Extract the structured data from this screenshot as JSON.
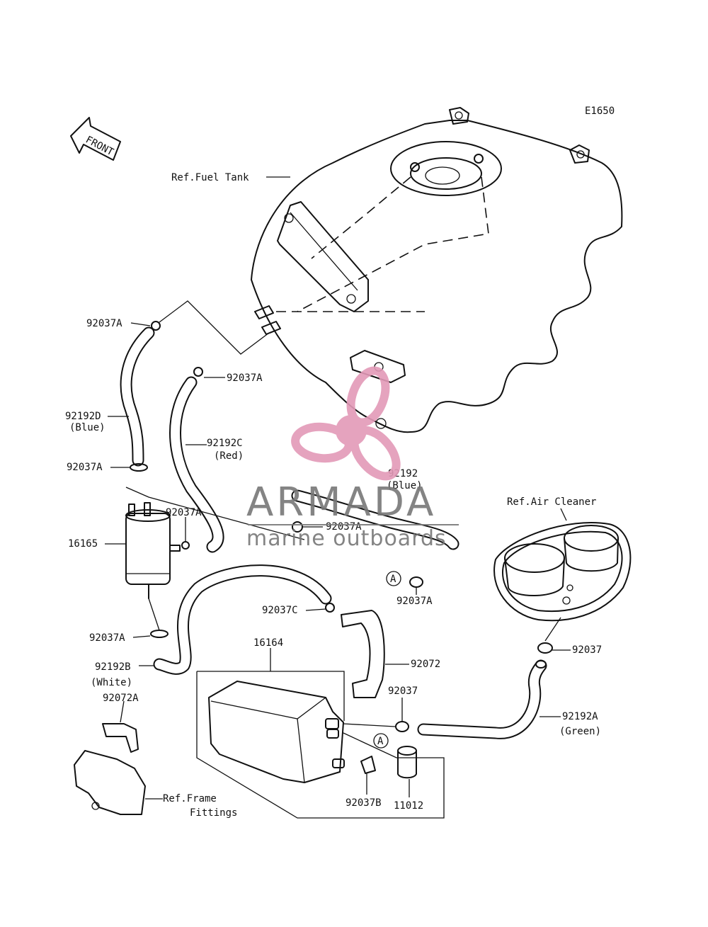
{
  "diagram_code": "E1650",
  "front_arrow": "FRONT",
  "watermark": {
    "brand": "ARMADA",
    "tagline": "marine outboards",
    "colors": {
      "pink": "#e39ab8",
      "gray": "#777777"
    }
  },
  "labels": {
    "ref_fuel_tank": "Ref.Fuel Tank",
    "ref_air_cleaner": "Ref.Air Cleaner",
    "ref_frame_1": "Ref.Frame",
    "ref_frame_2": "Fittings",
    "p92037A_1": "92037A",
    "p92037A_2": "92037A",
    "p92037A_3": "92037A",
    "p92037A_4": "92037A",
    "p92037A_5": "92037A",
    "p92037A_6": "92037A",
    "p92037A_7": "92037A",
    "p92192D": "92192D",
    "p92192D_color": "(Blue)",
    "p92192C": "92192C",
    "p92192C_color": "(Red)",
    "p92192": "92192",
    "p92192_color": "(Blue)",
    "p16165": "16165",
    "p92037C": "92037C",
    "p16164": "16164",
    "p92072": "92072",
    "p92037_1": "92037",
    "p92037_2": "92037",
    "p92192A": "92192A",
    "p92192A_color": "(Green)",
    "p92192B": "92192B",
    "p92192B_color": "(White)",
    "p92072A": "92072A",
    "p92037B": "92037B",
    "p11012": "11012",
    "marker_a": "A"
  }
}
